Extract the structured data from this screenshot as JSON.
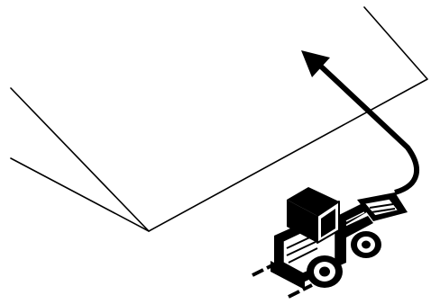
{
  "diagram": {
    "style": "black line-art illustration on white",
    "elements": [
      {
        "name": "ground-plane-outline",
        "kind": "outline"
      },
      {
        "name": "travel-direction-arrow",
        "kind": "arrow"
      },
      {
        "name": "wheel-loader-icon",
        "kind": "machine"
      }
    ],
    "colors": {
      "ink": "#000000",
      "background": "#ffffff"
    }
  }
}
